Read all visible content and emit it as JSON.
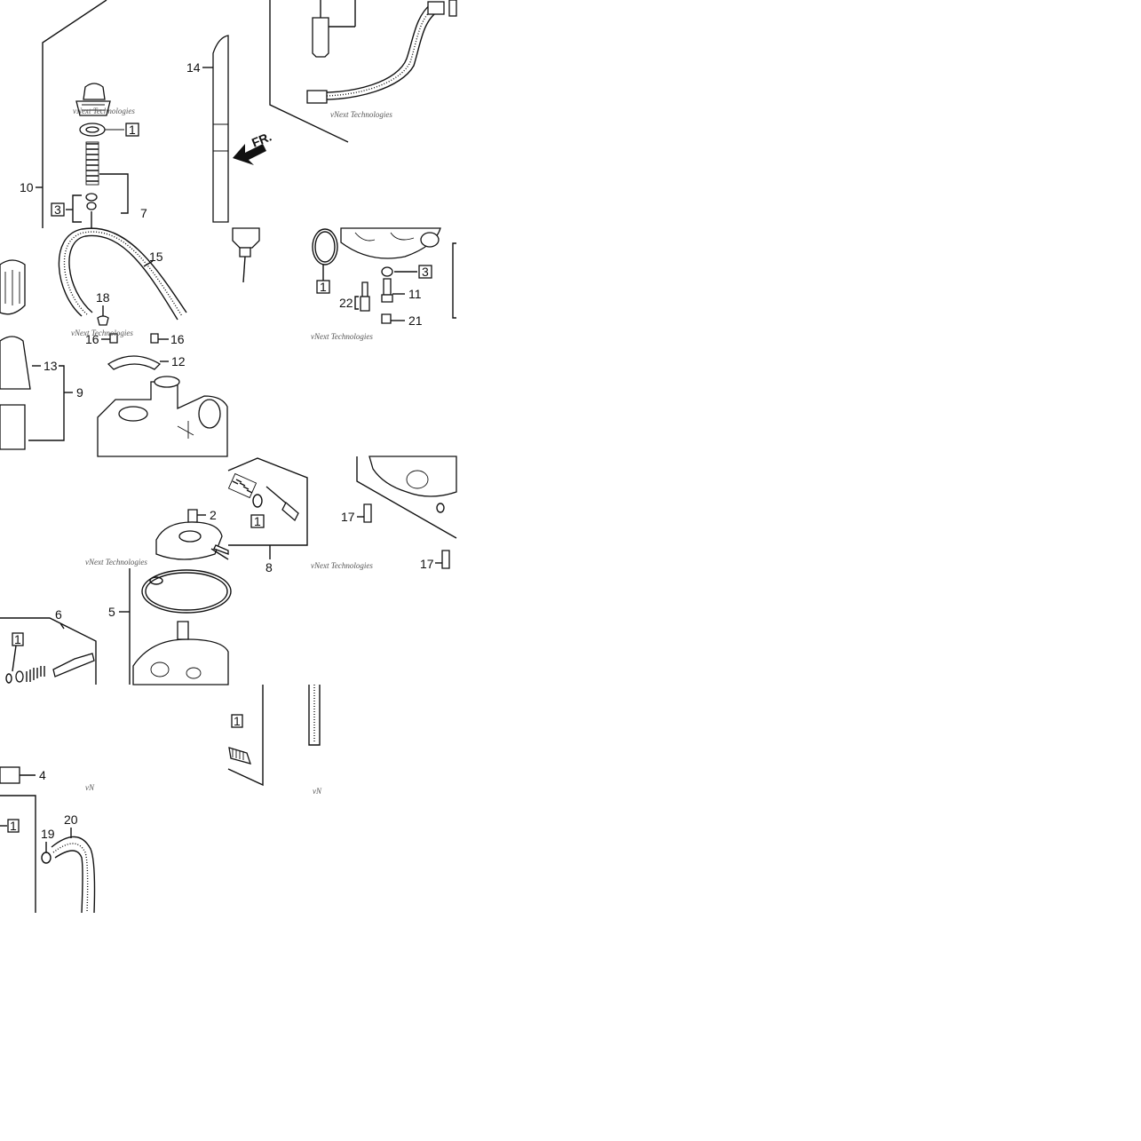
{
  "watermark": "vNext Technologies",
  "watermark_short": "vN",
  "arrow_text": "FR.",
  "labels": {
    "l1a": "1",
    "l1b": "1",
    "l1c": "1",
    "l1d": "1",
    "l1e": "1",
    "l1f": "1",
    "l2": "2",
    "l3a": "3",
    "l3b": "3",
    "l4": "4",
    "l5": "5",
    "l6": "6",
    "l7": "7",
    "l8": "8",
    "l9": "9",
    "l10": "10",
    "l11": "11",
    "l12": "12",
    "l13": "13",
    "l14": "14",
    "l15": "15",
    "l16a": "16",
    "l16b": "16",
    "l17a": "17",
    "l17b": "17",
    "l18": "18",
    "l19": "19",
    "l20": "20",
    "l21": "21",
    "l22": "22"
  }
}
